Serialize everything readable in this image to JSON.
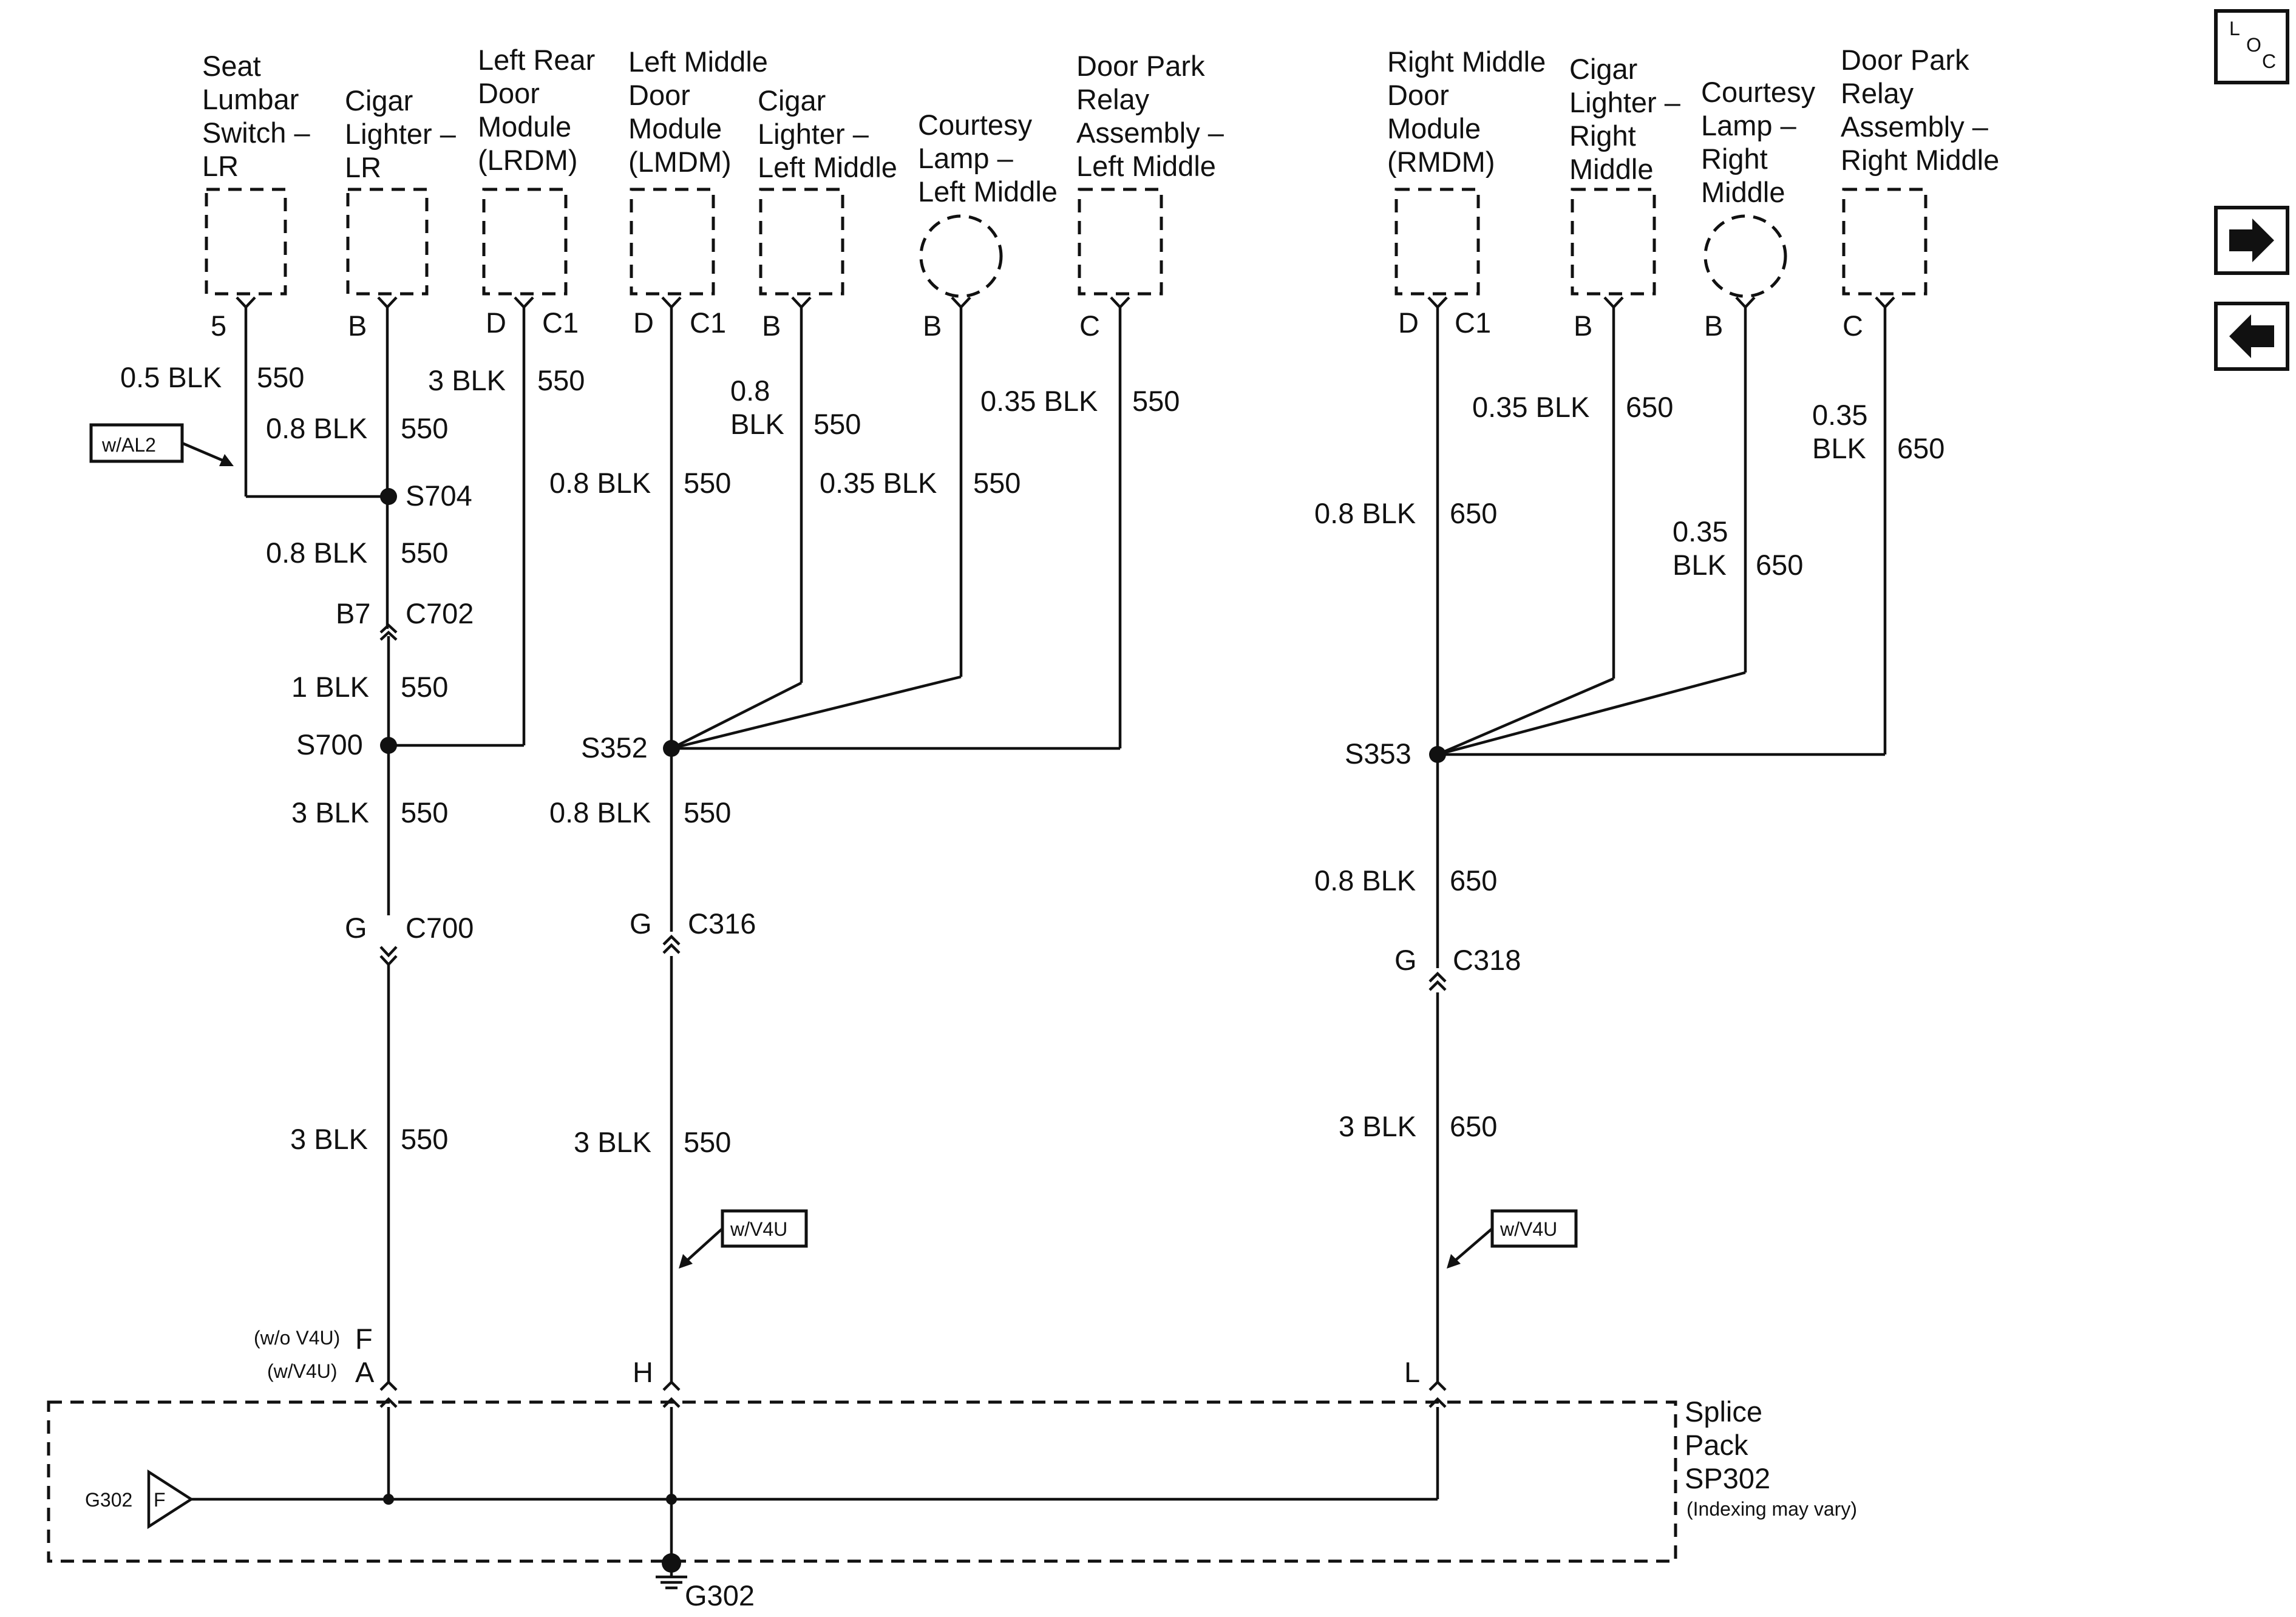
{
  "components": {
    "seat_lumbar": [
      "Seat",
      "Lumbar",
      "Switch –",
      "LR"
    ],
    "cigar_lr": [
      "Cigar",
      "Lighter –",
      "LR"
    ],
    "lrdm": [
      "Left Rear",
      "Door",
      "Module",
      "(LRDM)"
    ],
    "lmdm": [
      "Left Middle",
      "Door",
      "Module",
      "(LMDM)"
    ],
    "cigar_lm": [
      "Cigar",
      "Lighter –",
      "Left Middle"
    ],
    "courtesy_lm": [
      "Courtesy",
      "Lamp –",
      "Left Middle"
    ],
    "door_park_lm": [
      "Door Park",
      "Relay",
      "Assembly –",
      "Left Middle"
    ],
    "rmdm": [
      "Right Middle",
      "Door",
      "Module",
      "(RMDM)"
    ],
    "cigar_rm": [
      "Cigar",
      "Lighter –",
      "Right",
      "Middle"
    ],
    "courtesy_rm": [
      "Courtesy",
      "Lamp –",
      "Right",
      "Middle"
    ],
    "door_park_rm": [
      "Door Park",
      "Relay",
      "Assembly –",
      "Right Middle"
    ]
  },
  "pins": {
    "seat": "5",
    "cigar_lr": "B",
    "lrdm_pin": "D",
    "lrdm_conn": "C1",
    "lmdm_pin": "D",
    "lmdm_conn": "C1",
    "cigar_lm": "B",
    "courtesy_lm": "B",
    "door_park_lm": "C",
    "rmdm_pin": "D",
    "rmdm_conn": "C1",
    "cigar_rm": "B",
    "courtesy_rm": "B",
    "door_park_rm": "C"
  },
  "wires": {
    "w1_gauge": "0.5 BLK",
    "w1_circ": "550",
    "w2_gauge": "0.8 BLK",
    "w2_circ": "550",
    "w3_gauge": "3 BLK",
    "w3_circ": "550",
    "w4_gauge": "0.8 BLK",
    "w4_circ": "550",
    "w5_gauge": "1 BLK",
    "w5_circ": "550",
    "w6_gauge": "3 BLK",
    "w6_circ": "550",
    "w7_gauge": "3 BLK",
    "w7_circ": "550",
    "m1_gauge": "0.8 BLK",
    "m1_circ": "550",
    "m2_gauge1": "0.8",
    "m2_gauge2": "BLK",
    "m2_circ": "550",
    "m3_gauge": "0.35 BLK",
    "m3_circ": "550",
    "m4_gauge": "0.35 BLK",
    "m4_circ": "550",
    "m5_gauge": "0.8 BLK",
    "m5_circ": "550",
    "m6_gauge": "3 BLK",
    "m6_circ": "550",
    "r1_gauge": "0.8 BLK",
    "r1_circ": "650",
    "r2_gauge": "0.35 BLK",
    "r2_circ": "650",
    "r3_gauge1": "0.35",
    "r3_gauge2": "BLK",
    "r3_circ": "650",
    "r4_gauge1": "0.35",
    "r4_gauge2": "BLK",
    "r4_circ": "650",
    "r5_gauge": "0.8 BLK",
    "r5_circ": "650",
    "r6_gauge": "3 BLK",
    "r6_circ": "650"
  },
  "splices": {
    "s704": "S704",
    "s700": "S700",
    "s352": "S352",
    "s353": "S353"
  },
  "connectors": {
    "c702_pin": "B7",
    "c702": "C702",
    "c700_pin": "G",
    "c700": "C700",
    "c316_pin": "G",
    "c316": "C316",
    "c318_pin": "G",
    "c318": "C318",
    "sp_wo": "(w/o V4U)",
    "sp_wo_pin": "F",
    "sp_w": "(w/V4U)",
    "sp_w_pin": "A",
    "sp_h": "H",
    "sp_l": "L"
  },
  "options": {
    "al2": "w/AL2",
    "v4u_1": "w/V4U",
    "v4u_2": "w/V4U"
  },
  "splice_pack": [
    "Splice",
    "Pack",
    "SP302",
    "(Indexing may vary)"
  ],
  "ground": {
    "name": "G302",
    "side": "G302",
    "tri": "F"
  },
  "nav": {
    "loc_l": "L",
    "loc_o": "O",
    "loc_c": "C"
  }
}
